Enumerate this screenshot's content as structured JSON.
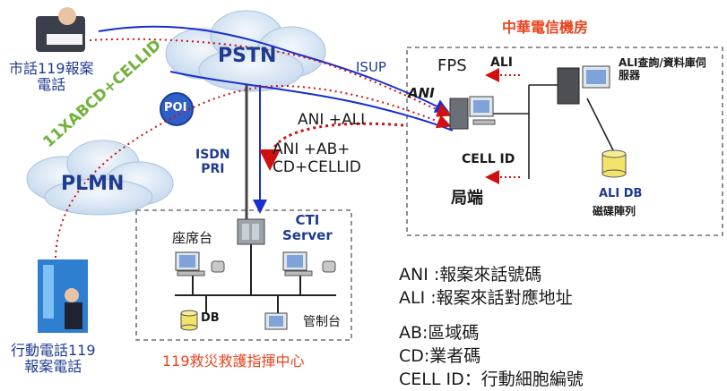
{
  "landline_caller": {
    "line1": "市話119報案",
    "line2": "電話"
  },
  "mobile_caller": {
    "line1": "行動電話119",
    "line2": "報案電話"
  },
  "pstn": "PSTN",
  "plmn": "PLMN",
  "poi": "POI",
  "mobile_signal": "11XABCD+CELLID",
  "isup": "ISUP",
  "ani": "ANI",
  "ani_ali": "ANI +ALI",
  "ani_ab_cd": {
    "line1": "ANI +AB+",
    "line2": "CD+CELLID"
  },
  "isdn_pri": {
    "line1": "ISDN",
    "line2": "PRI"
  },
  "cht_room": {
    "title": "中華電信機房",
    "fps": "FPS",
    "ali": "ALI",
    "ali_server": {
      "line1": "ALI查詢/資料庫伺",
      "line2": "服器"
    },
    "cell_id": "CELL ID",
    "local_end": "局端",
    "ali_db": "ALI DB",
    "disk_array": "磁碟陣列"
  },
  "center": {
    "title": "119救災救護指揮中心",
    "seat": "座席台",
    "cti": {
      "line1": "CTI",
      "line2": "Server"
    },
    "db": "DB",
    "control": "管制台"
  },
  "legend": [
    "ANI :報案來話號碼",
    "ALI :報案來話對應地址",
    "AB:區域碼",
    "CD:業者碼",
    "CELL ID：行動細胞編號"
  ],
  "colors": {
    "route_blue": "#1a2fd0",
    "route_red": "#d01010",
    "room_title": "#e8431f",
    "signal_green": "#6fb33a",
    "cloud": "#d2e3f4"
  }
}
